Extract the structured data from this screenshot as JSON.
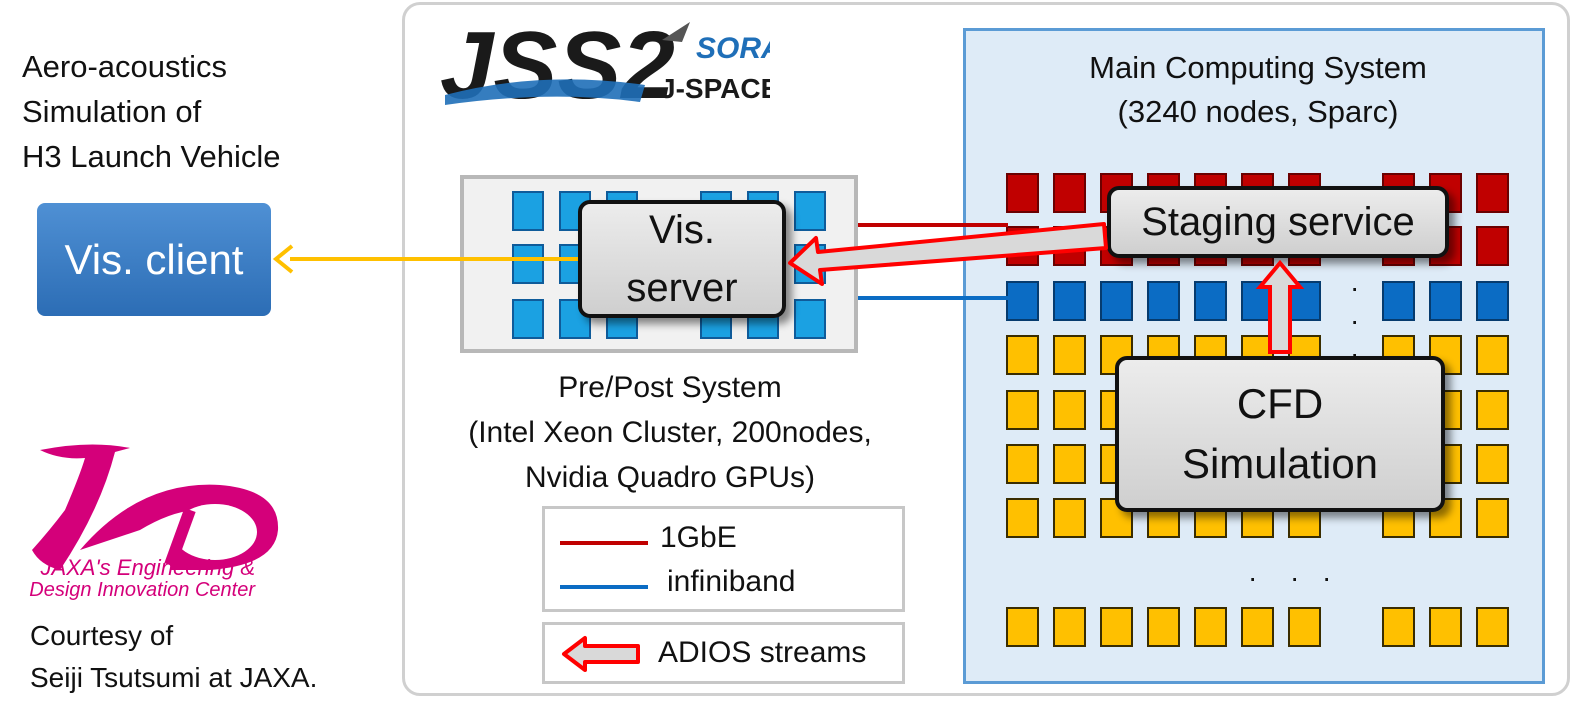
{
  "left": {
    "title_lines": [
      "Aero-acoustics",
      "Simulation of",
      "H3 Launch Vehicle"
    ],
    "vis_client": "Vis. client",
    "jedi_logo": {
      "mark": "JEDI",
      "subtitle_line1": "JAXA's Engineering &",
      "subtitle_line2": "Design Innovation Center",
      "color": "#d4007a"
    },
    "courtesy_lines": [
      "Courtesy of",
      "Seiji Tsutsumi at JAXA."
    ]
  },
  "jss_logo": {
    "main": "JSS2",
    "sub1": "SORA",
    "sub2": "J-SPACE"
  },
  "pre_post": {
    "server_lines": [
      "Vis.",
      "server"
    ],
    "caption_lines": [
      "Pre/Post System",
      "(Intel Xeon Cluster, 200nodes,",
      "Nvidia Quadro GPUs)"
    ]
  },
  "main_system": {
    "title_lines": [
      "Main Computing System",
      "(3240 nodes, Sparc)"
    ],
    "staging": "Staging service",
    "cfd_lines": [
      "CFD",
      "Simulation"
    ]
  },
  "legend": {
    "gbe": "1GbE",
    "infiniband": "infiniband",
    "adios": "ADIOS streams"
  },
  "colors": {
    "gbe": "#c00000",
    "infiniband": "#0b6cc4",
    "client_arrow": "#ffc000",
    "adios_arrow_border": "#ff0000",
    "main_bg": "#deebf7"
  }
}
